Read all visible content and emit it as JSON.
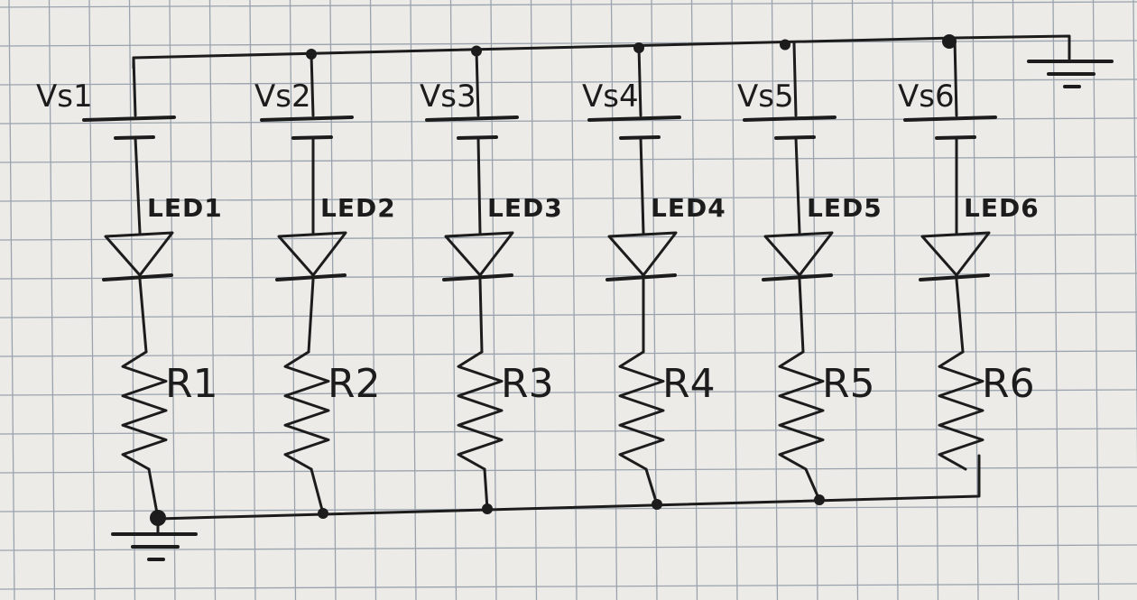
{
  "colors": {
    "paper": "#ecebe8",
    "grid": "#9aa3ad",
    "ink": "#1c1c1c"
  },
  "branches": [
    {
      "source": "Vs1",
      "led": "LED1",
      "resistor": "R1"
    },
    {
      "source": "Vs2",
      "led": "LED2",
      "resistor": "R2"
    },
    {
      "source": "Vs3",
      "led": "LED3",
      "resistor": "R3"
    },
    {
      "source": "Vs4",
      "led": "LED4",
      "resistor": "R4"
    },
    {
      "source": "Vs5",
      "led": "LED5",
      "resistor": "R5"
    },
    {
      "source": "Vs6",
      "led": "LED6",
      "resistor": "R6"
    }
  ],
  "grounds": [
    {
      "icon": "ground-icon"
    },
    {
      "icon": "ground-icon"
    }
  ]
}
